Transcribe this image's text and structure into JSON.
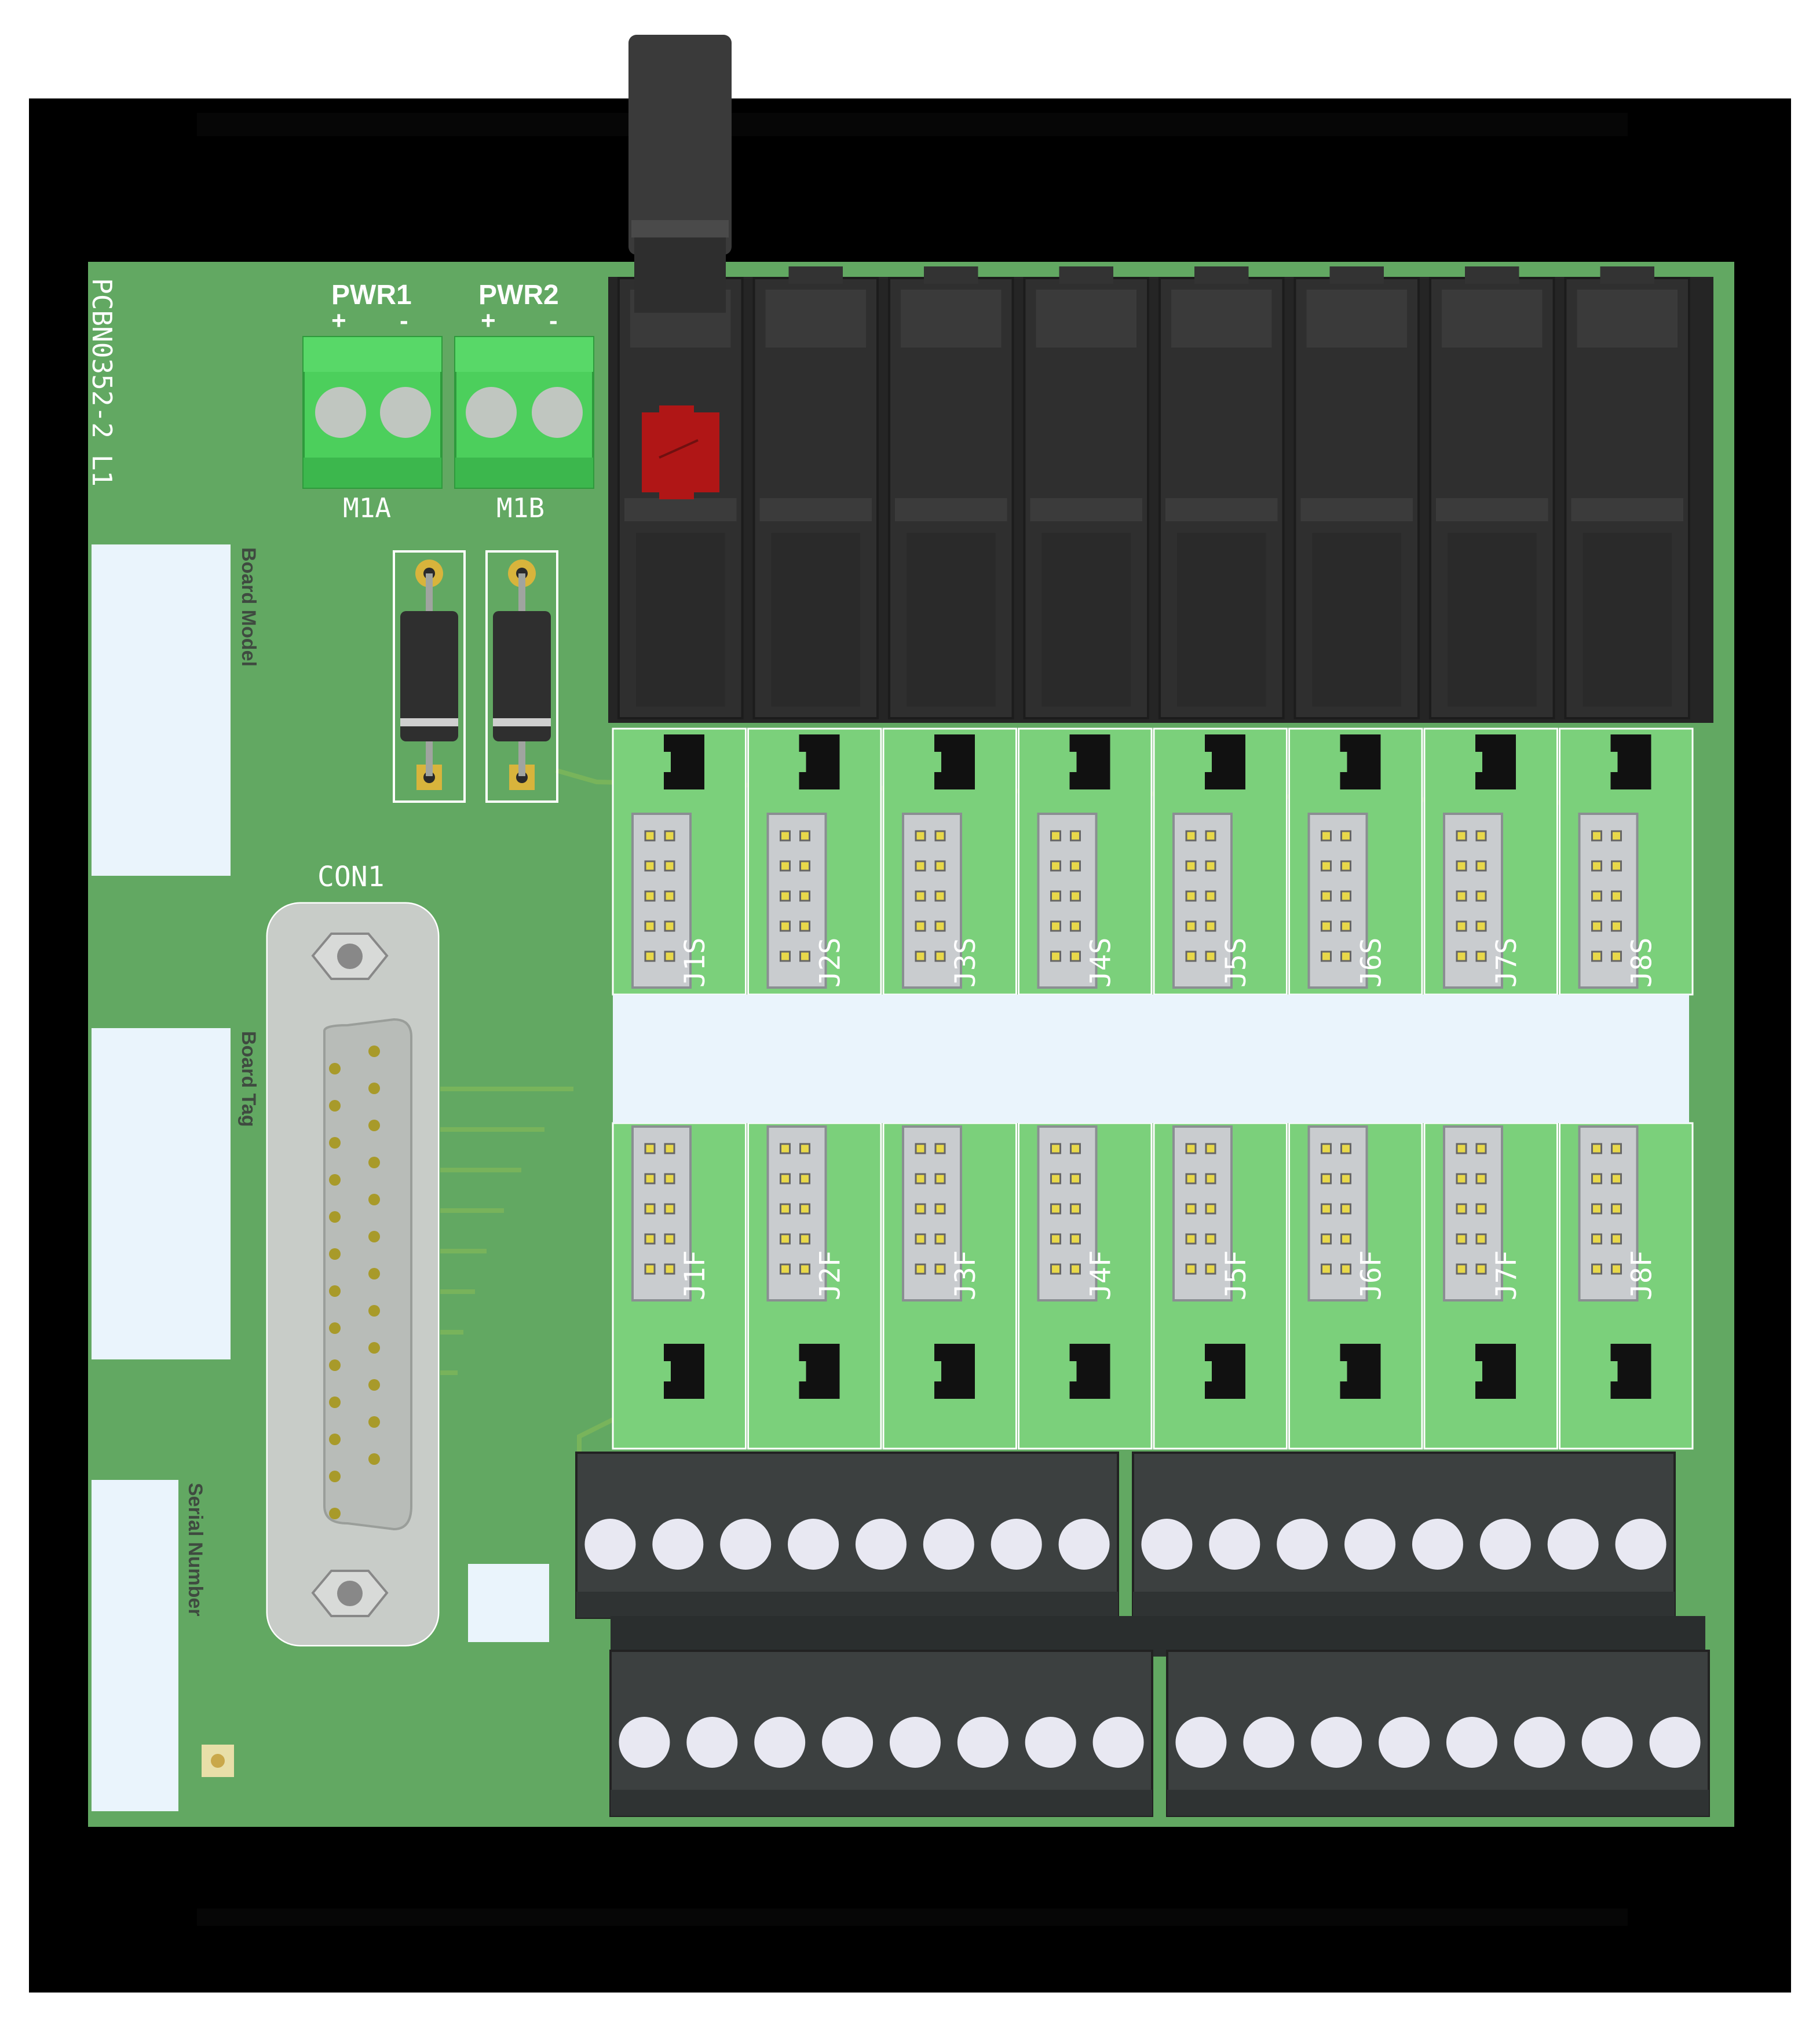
{
  "board": {
    "part_number": "PCBN0352-2 L1",
    "con1_label": "CON1",
    "board_model_label": "Board Model",
    "board_tag_label": "Board Tag",
    "serial_number_label": "Serial Number"
  },
  "power": {
    "pwr1": {
      "title": "PWR1",
      "plus": "+",
      "minus": "-",
      "diode": "M1A"
    },
    "pwr2": {
      "title": "PWR2",
      "plus": "+",
      "minus": "-",
      "diode": "M1B"
    }
  },
  "channels": [
    {
      "top": "J1S",
      "bottom": "J1F"
    },
    {
      "top": "J2S",
      "bottom": "J2F"
    },
    {
      "top": "J3S",
      "bottom": "J3F"
    },
    {
      "top": "J4S",
      "bottom": "J4F"
    },
    {
      "top": "J5S",
      "bottom": "J5F"
    },
    {
      "top": "J6S",
      "bottom": "J6F"
    },
    {
      "top": "J7S",
      "bottom": "J7F"
    },
    {
      "top": "J8S",
      "bottom": "J8F"
    }
  ],
  "colors": {
    "pcb": "#62a862",
    "enclosure": "#000000",
    "terminal_green": "#4ccf5c",
    "relay_body": "#2b2b2b",
    "fuse_red": "#b01616",
    "terminal_block": "#3c4040",
    "label_area": "#eaf4fc"
  }
}
